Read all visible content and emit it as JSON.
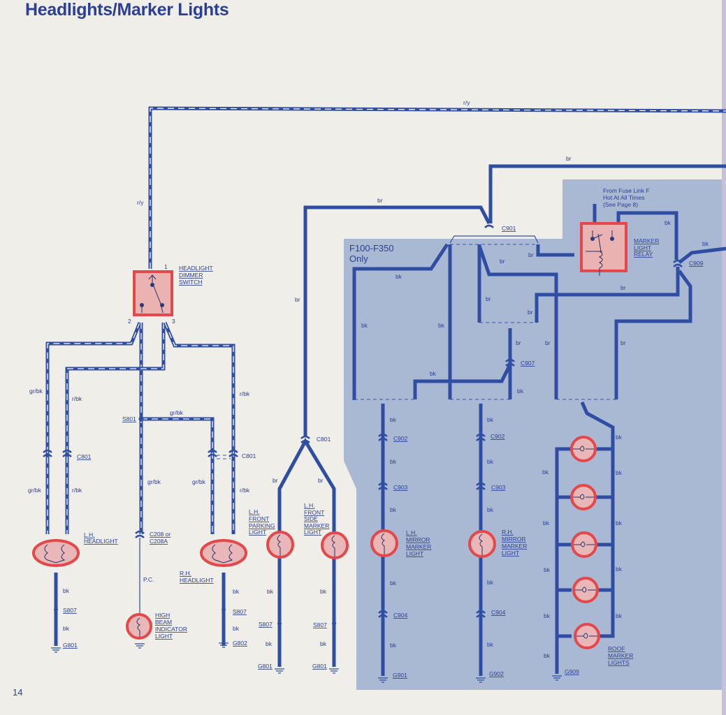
{
  "title": "Headlights/Marker Lights",
  "page_number": "14",
  "panel_label": [
    "F100-F350",
    "Only"
  ],
  "wires": {
    "ry": "r/y",
    "br": "br",
    "bk": "bk",
    "grbk": "gr/bk",
    "rbk": "r/bk",
    "pc": "P.C."
  },
  "components": {
    "dimmer_switch": [
      "HEADLIGHT",
      "DIMMER",
      "SWITCH"
    ],
    "dimmer_pins": [
      "1",
      "2",
      "3"
    ],
    "lh_headlight": [
      "L.H.",
      "HEADLIGHT"
    ],
    "rh_headlight": [
      "R.H.",
      "HEADLIGHT"
    ],
    "high_beam": [
      "HIGH",
      "BEAM",
      "INDICATOR",
      "LIGHT"
    ],
    "lh_parking": [
      "L.H.",
      "FRONT",
      "PARKING",
      "LIGHT"
    ],
    "lh_side_marker": [
      "L.H.",
      "FRONT",
      "SIDE",
      "MARKER",
      "LIGHT"
    ],
    "lh_mirror": [
      "L.H.",
      "MIRROR",
      "MARKER",
      "LIGHT"
    ],
    "rh_mirror": [
      "R.H.",
      "MIRROR",
      "MARKER",
      "LIGHT"
    ],
    "relay": [
      "MARKER",
      "LIGHT",
      "RELAY"
    ],
    "fuse_note": [
      "From Fuse Link F",
      "Hot At All Times",
      "(See Page 8)"
    ],
    "roof": [
      "ROOF",
      "MARKER",
      "LIGHTS"
    ]
  },
  "connectors": {
    "c801": "C801",
    "c208": [
      "C208 or",
      "C208A"
    ],
    "s801": "S801",
    "s807": "S807",
    "g801": "G801",
    "g802": "G802",
    "c901": "C901",
    "c902": "C902",
    "c903": "C903",
    "c904": "C904",
    "c907": "C907",
    "c909": "C909",
    "g901": "G901",
    "g902": "G902",
    "g909": "G909"
  },
  "colors": {
    "wire": "#2f4ea3",
    "component": "#e5484a",
    "panel": "#a9b9d3",
    "paper": "#efeee8"
  }
}
